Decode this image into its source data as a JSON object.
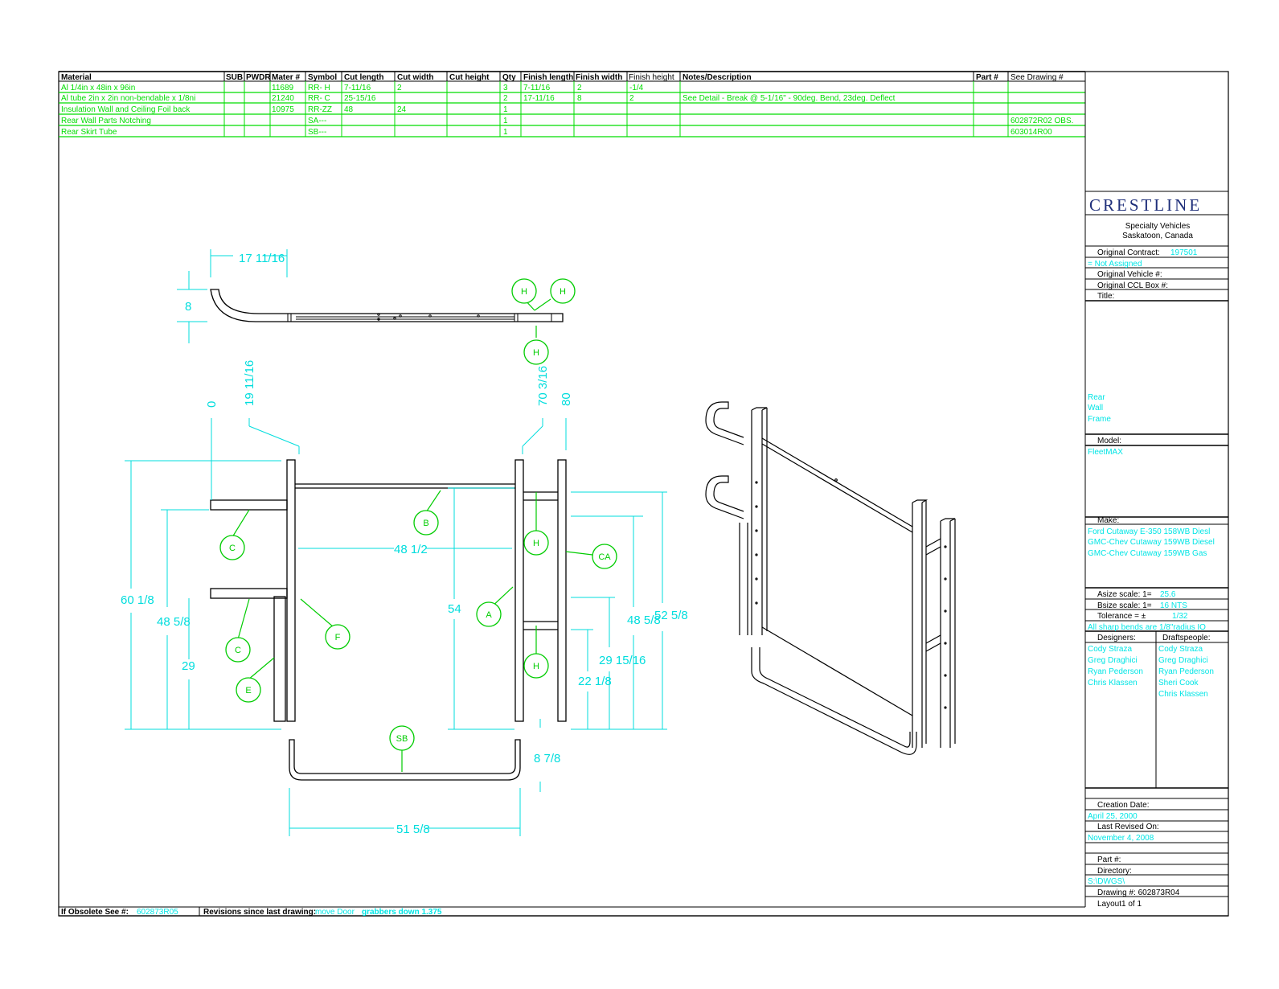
{
  "table": {
    "headers": [
      "Material",
      "SUB",
      "PWDR",
      "Mater #",
      "Symbol",
      "Cut length",
      "Cut width",
      "Cut height",
      "Qty",
      "Finish length",
      "Finish width",
      "Finish height",
      "Notes/Description",
      "Part #",
      "See Drawing #"
    ],
    "rows": [
      [
        "Al 1/4in x 48in x 96in",
        "",
        "",
        "11689",
        "RR- H",
        "7-11/16",
        "2",
        "",
        "3",
        "7-11/16",
        "2",
        "-1/4",
        "",
        "",
        ""
      ],
      [
        "Al tube 2in x 2in non-bendable x 1/8ni",
        "",
        "",
        "21240",
        "RR- C",
        "25-15/16",
        "",
        "",
        "2",
        "17-11/16",
        "8",
        "2",
        "See Detail - Break @ 5-1/16\" - 90deg. Bend, 23deg. Deflect",
        "",
        ""
      ],
      [
        "Insulation Wall and Ceiling Foil back",
        "",
        "",
        "10975",
        "RR-ZZ",
        "48",
        "24",
        "",
        "1",
        "",
        "",
        "",
        "",
        "",
        ""
      ],
      [
        "Rear Wall Parts Notching",
        "",
        "",
        "",
        "SA---",
        "",
        "",
        "",
        "1",
        "",
        "",
        "",
        "",
        "",
        "602872R02 OBS."
      ],
      [
        "Rear Skirt Tube",
        "",
        "",
        "",
        "SB---",
        "",
        "",
        "",
        "1",
        "",
        "",
        "",
        "",
        "",
        "603014R00"
      ]
    ]
  },
  "title_block": {
    "logo": "CRESTLINE",
    "company_line1": "Specialty Vehicles",
    "company_line2": "Saskatoon, Canada",
    "original_contract_label": "Original Contract:",
    "original_contract_value": "197501",
    "not_assigned": "= Not Assigned",
    "original_vehicle_label": "Original Vehicle #:",
    "original_ccl_label": "Original CCL Box #:",
    "title_label": "Title:",
    "title_line1": "Rear",
    "title_line2": "Wall",
    "title_line3": "Frame",
    "model_label": "Model:",
    "model_value": "FleetMAX",
    "make_label": "Make:",
    "make_lines": [
      "Ford Cutaway E-350 158WB Diesl",
      "GMC-Chev Cutaway 159WB Diesel",
      "GMC-Chev Cutaway 159WB Gas"
    ],
    "asize_label": "Asize scale:  1=",
    "asize_value": "25.6",
    "bsize_label": "Bsize scale:  1=",
    "bsize_value": "16 NTS",
    "tolerance_label": "Tolerance = ±",
    "tolerance_value": "1/32",
    "sharp_bends": "All sharp bends are 1/8\"radius IO",
    "designers_label": "Designers:",
    "draftspeople_label": "Draftspeople:",
    "designers": [
      "Cody Straza",
      "Greg Draghici",
      "Ryan Pederson",
      "Chris Klassen"
    ],
    "draftspeople": [
      "Cody Straza",
      "Greg Draghici",
      "Ryan Pederson",
      "Sheri Cook",
      "Chris Klassen"
    ],
    "creation_label": "Creation Date:",
    "creation_value": "April 25, 2000",
    "revised_label": "Last Revised On:",
    "revised_value": "November 4, 2008",
    "part_label": "Part #:",
    "directory_label": "Directory:",
    "directory_value": "S:\\DWGS\\",
    "drawing_label": "Drawing #: 602873R04",
    "layout_label": "Layout1  of 1"
  },
  "footer": {
    "obsolete_label": "If Obsolete See #:",
    "obsolete_value": "602873R05",
    "revisions_label": "Revisions since last drawing:",
    "revisions_value1": "move Door",
    "revisions_value2": "grabbers down 1.375"
  },
  "dimensions": {
    "top_width": "17 11/16",
    "top_height": "8",
    "x0": "0",
    "x19": "19 11/16",
    "x70": "70 3/16",
    "x80": "80",
    "h60": "60 1/8",
    "h48": "48 5/8",
    "h29": "29",
    "w48": "48 1/2",
    "h54": "54",
    "h48r": "48 5/8",
    "h52": "52 5/8",
    "h29r": "29 15/16",
    "h22": "22 1/8",
    "d8": "8 7/8",
    "w51": "51 5/8"
  },
  "callouts": [
    "H",
    "H",
    "H",
    "B",
    "C",
    "H",
    "CA",
    "A",
    "F",
    "C",
    "E",
    "H",
    "SB"
  ]
}
